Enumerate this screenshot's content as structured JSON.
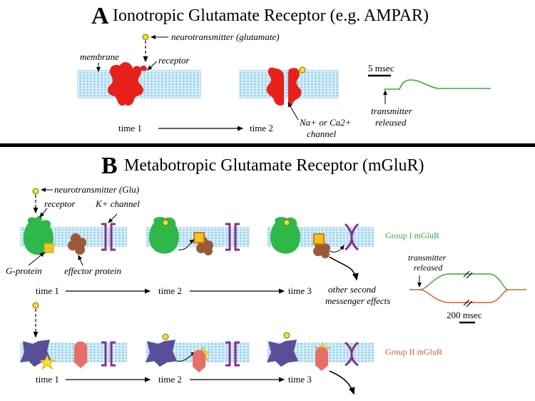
{
  "panel_a": {
    "letter": "A",
    "title": "Ionotropic Glutamate Receptor (e.g. AMPAR)",
    "labels": {
      "neurotransmitter": "neurotransmitter (glutamate)",
      "membrane": "membrane",
      "receptor": "receptor",
      "time1": "time 1",
      "time2": "time 2",
      "channel_ion": "Na+ or Ca2+",
      "channel_word": "channel",
      "scale": "5 msec",
      "transmitter1": "transmitter",
      "transmitter2": "released"
    }
  },
  "panel_b": {
    "letter": "B",
    "title": "Metabotropic Glutamate Receptor (mGluR)",
    "labels": {
      "neurotransmitter": "neurotransmitter (Glu)",
      "receptor": "receptor",
      "k_channel": "K+ channel",
      "g_protein": "G-protein",
      "effector": "effector protein",
      "time1": "time 1",
      "time2": "time 2",
      "time3": "time 3",
      "other1": "other second",
      "other2": "messenger effects",
      "group1": "Group I mGluR",
      "group2": "Group II mGluR",
      "transmitter1": "transmitter",
      "transmitter2": "released",
      "scale": "200 msec"
    }
  },
  "colors": {
    "ionotropic_receptor": "#e8201c",
    "group1_receptor": "#2fb84a",
    "group2_receptor": "#5a4e9a",
    "k_channel": "#8a2f8c",
    "effector_brown": "#9a5a3a",
    "effector_pink": "#e86e6a",
    "g_protein": "#f2c41e",
    "membrane": "#b9e2f2",
    "trace_green": "#3aa83a",
    "trace_orange": "#e2552c",
    "trace_brown": "#b87a2a",
    "group1_label": "#2fa84a",
    "group2_label": "#e2552c"
  }
}
